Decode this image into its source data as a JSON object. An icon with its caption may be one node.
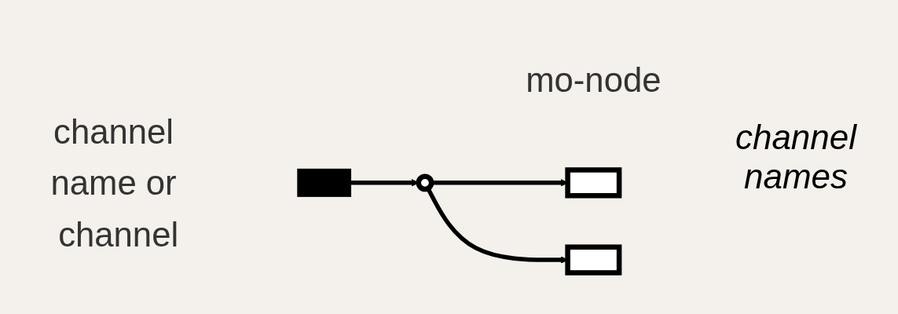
{
  "diagram": {
    "nodes": [
      {
        "text": [],
        "shape": "box",
        "beside": [
          "channel name or channel"
        ]
      },
      {
        "text": [],
        "shape": "circle",
        "beside": [
          "mo-node"
        ]
      },
      {
        "text": [],
        "shape": "box"
      },
      {
        "text": [],
        "shape": "box"
      }
    ],
    "edges": [
      {
        "from": 0,
        "to": 1,
        "arrow": "to"
      },
      {
        "from": 1,
        "to": 2,
        "arrow": "to"
      },
      {
        "from": 1,
        "to": 3,
        "arrow": "to"
      }
    ],
    "labels": [
      "channel names"
    ]
  }
}
